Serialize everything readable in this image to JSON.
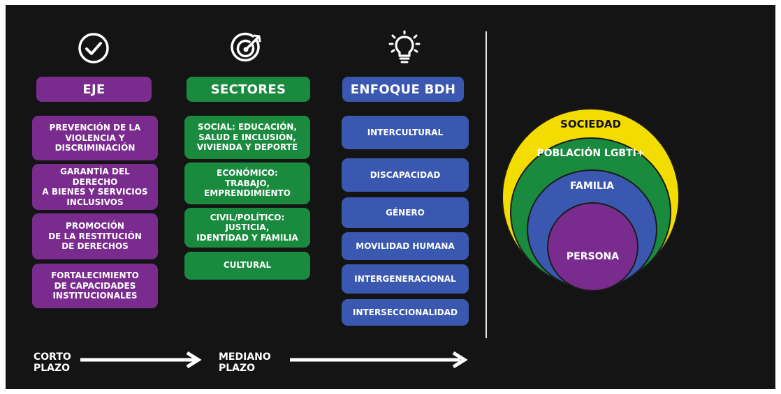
{
  "columns": {
    "eje": {
      "header": "EJE",
      "icon": "check-circle-icon",
      "items": [
        "PREVENCIÓN DE LA\nVIOLENCIA Y\nDISCRIMINACIÓN",
        "GARANTÍA DEL DERECHO\nA BIENES Y SERVICIOS\nINCLUSIVOS",
        "PROMOCIÓN\nDE LA RESTITUCIÓN\nDE DERECHOS",
        "FORTALECIMIENTO\nDE CAPACIDADES\nINSTITUCIONALES"
      ]
    },
    "sectores": {
      "header": "SECTORES",
      "icon": "target-icon",
      "items": [
        "SOCIAL: EDUCACIÓN,\nSALUD E INCLUSIÓN,\nVIVIENDA Y DEPORTE",
        "ECONÓMICO:\nTRABAJO,\nEMPRENDIMIENTO",
        "CIVIL/POLÍTICO: JUSTICIA,\nIDENTIDAD Y FAMILIA",
        "CULTURAL"
      ]
    },
    "enfoque": {
      "header": "ENFOQUE BDH",
      "icon": "lightbulb-icon",
      "items": [
        "INTERCULTURAL",
        "DISCAPACIDAD",
        "GÉNERO",
        "MOVILIDAD HUMANA",
        "INTERGENERACIONAL",
        "INTERSECCIONALIDAD"
      ]
    }
  },
  "timeline": {
    "short_term": "CORTO\nPLAZO",
    "medium_term": "MEDIANO\nPLAZO"
  },
  "circles": {
    "sociedad": "SOCIEDAD",
    "poblacion": "POBLACIÓN LGBTI+",
    "familia": "FAMILIA",
    "persona": "PERSONA"
  },
  "colors": {
    "background": "#141414",
    "purple": "#7a2c8e",
    "green": "#1a8a3f",
    "blue": "#3b58b0",
    "yellow": "#f3dc00"
  }
}
